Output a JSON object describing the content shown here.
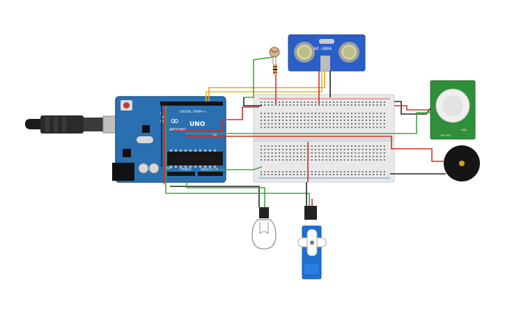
{
  "arduino": {
    "logo": "∞",
    "brand": "ARDUINO",
    "model": "UNO",
    "digital_label": "DIGITAL (PWM~)",
    "power_label": "POWER",
    "analog_label": "ANALOG IN",
    "on_label": "ON",
    "tx_label": "TX",
    "rx_label": "RX",
    "l_label": "L",
    "ioref_label": "IOREF"
  },
  "sensor": {
    "model": "HC-SR04"
  },
  "pir": {
    "label_top": "GND",
    "label_bottom": "OUT VCC"
  },
  "colors": {
    "board": "#2a6fb0",
    "breadboard": "#e9e9e9",
    "wire_red": "#d62d20",
    "wire_black": "#222222",
    "wire_green": "#3aaa35",
    "wire_orange": "#f0a020",
    "wire_yellow": "#e0c010",
    "sensor_blue": "#2a5ec8",
    "pir_green": "#2f8f3a",
    "servo_blue": "#1f6fd1"
  }
}
